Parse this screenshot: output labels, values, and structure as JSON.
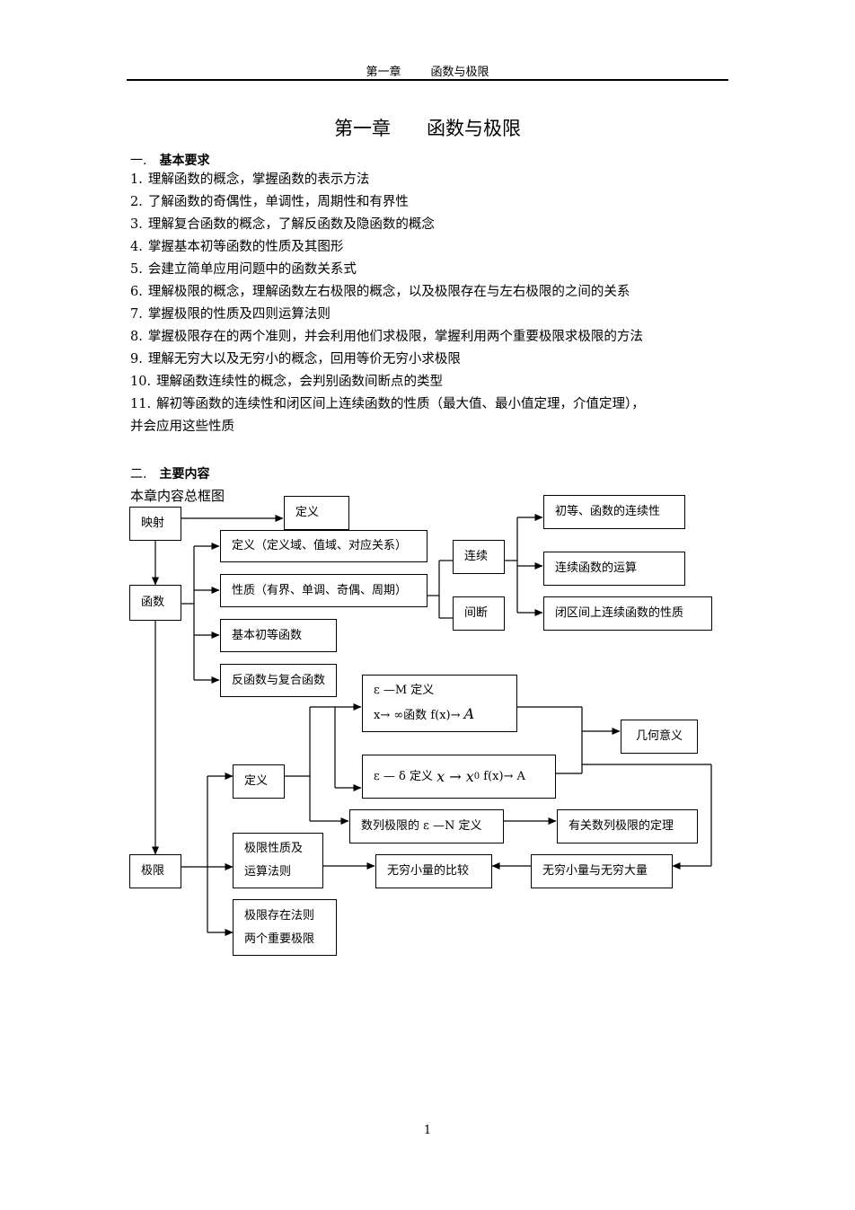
{
  "header": {
    "running_title": "第一章        函数与极限"
  },
  "title": "第一章      函数与极限",
  "section1": {
    "num": "一.",
    "title": "基本要求"
  },
  "requirements": [
    {
      "n": "1.",
      "text": "理解函数的概念，掌握函数的表示方法"
    },
    {
      "n": "2.",
      "text": "了解函数的奇偶性，单调性，周期性和有界性"
    },
    {
      "n": "3.",
      "text": "理解复合函数的概念，了解反函数及隐函数的概念"
    },
    {
      "n": "4.",
      "text": "掌握基本初等函数的性质及其图形"
    },
    {
      "n": "5.",
      "text": "会建立简单应用问题中的函数关系式"
    },
    {
      "n": "6.",
      "text": "理解极限的概念，理解函数左右极限的概念，以及极限存在与左右极限的之间的关系"
    },
    {
      "n": "7.",
      "text": "掌握极限的性质及四则运算法则"
    },
    {
      "n": "8.",
      "text": "掌握极限存在的两个准则，并会利用他们求极限，掌握利用两个重要极限求极限的方法"
    },
    {
      "n": "9.",
      "text": "理解无穷大以及无穷小的概念，回用等价无穷小求极限"
    },
    {
      "n": "10.",
      "text": "理解函数连续性的概念，会判别函数间断点的类型"
    },
    {
      "n": "11.",
      "text": "解初等函数的连续性和闭区间上连续函数的性质（最大值、最小值定理，介值定理），"
    }
  ],
  "requirement11_cont": "并会应用这些性质",
  "section2": {
    "num": "二.",
    "title": "主要内容"
  },
  "diagram": {
    "caption": "本章内容总框图",
    "mapping": "映射",
    "definition_top": "定义",
    "function": "函数",
    "func_def": "定义（定义域、值域、对应关系）",
    "func_props": "性质（有界、单调、奇偶、周期）",
    "elementary": "基本初等函数",
    "inverse": "反函数与复合函数",
    "continuous": "连续",
    "discontinuous": "间断",
    "elem_continuity": "初等、函数的连续性",
    "cont_ops": "连续函数的运算",
    "closed_interval": "闭区间上连续函数的性质",
    "eps_m_line1": "ε —M 定义",
    "eps_m_line2_a": "x→ ∞函数 f(x)→ ",
    "eps_m_line2_b": "A",
    "geometric": "几何意义",
    "limit_def": "定义",
    "eps_delta_a": "ε — δ 定义 ",
    "eps_delta_b": "x → x",
    "eps_delta_sub": "0",
    "eps_delta_c": " f(x)→ A",
    "seq_limit": "数列极限的 ε —N 定义",
    "seq_theorems": "有关数列极限的定理",
    "limit": "极限",
    "limit_props_1": "极限性质及",
    "limit_props_2": "运算法则",
    "infinitesimal_cmp": "无穷小量的比较",
    "inf_small_large": "无穷小量与无穷大量",
    "limit_rules_1": "极限存在法则",
    "limit_rules_2": "两个重要极限"
  },
  "page_number": "1"
}
